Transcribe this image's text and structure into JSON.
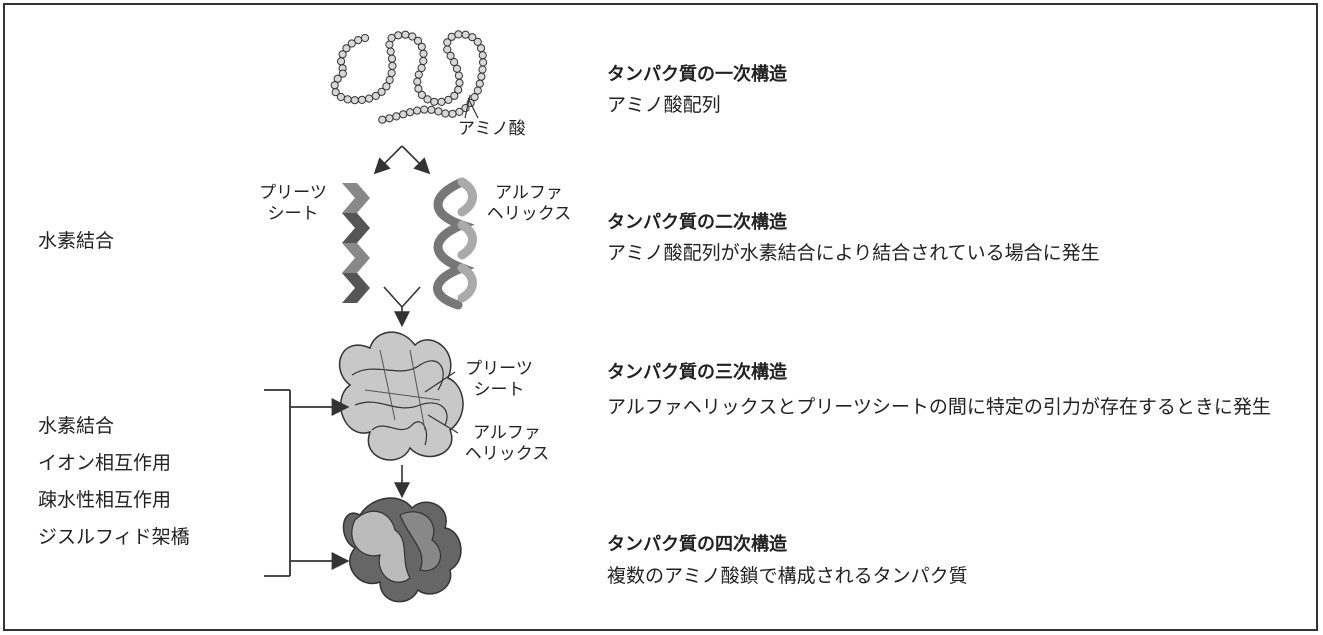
{
  "left_labels": {
    "secondary_bond": "水素結合",
    "tertiary_bonds": [
      "水素結合",
      "イオン相互作用",
      "疎水性相互作用",
      "ジスルフィド架橋"
    ]
  },
  "diagram_labels": {
    "amino_acid": "アミノ酸",
    "pleated_sheet": [
      "プリーツ",
      "シート"
    ],
    "alpha_helix": [
      "アルファ",
      "ヘリックス"
    ]
  },
  "levels": [
    {
      "title": "タンパク質の一次構造",
      "desc": "アミノ酸配列"
    },
    {
      "title": "タンパク質の二次構造",
      "desc": "アミノ酸配列が水素結合により結合されている場合に発生"
    },
    {
      "title": "タンパク質の三次構造",
      "desc": "アルファヘリックスとプリーツシートの間に特定の引力が存在するときに発生"
    },
    {
      "title": "タンパク質の四次構造",
      "desc": "複数のアミノ酸鎖で構成されるタンパク質"
    }
  ],
  "colors": {
    "dark": "#555555",
    "mid": "#888888",
    "light": "#bbbbbb",
    "outline": "#333333"
  }
}
